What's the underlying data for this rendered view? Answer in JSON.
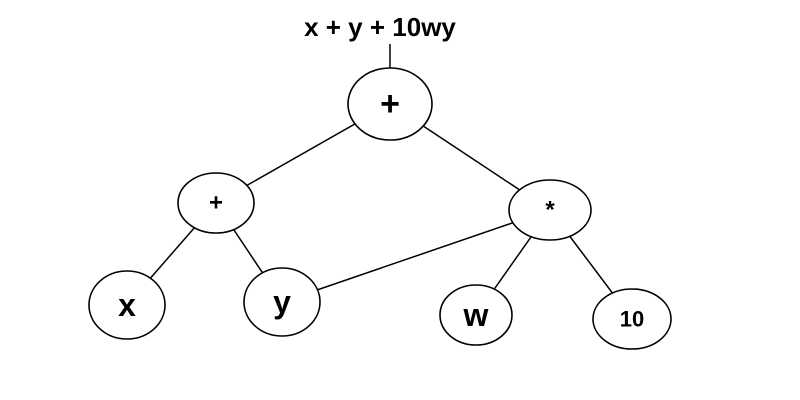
{
  "expression": "x + y + 10wy",
  "nodes": [
    {
      "id": "root-plus",
      "label": "+"
    },
    {
      "id": "left-plus",
      "label": "+"
    },
    {
      "id": "times",
      "label": "*"
    },
    {
      "id": "x",
      "label": "x"
    },
    {
      "id": "y",
      "label": "y"
    },
    {
      "id": "w",
      "label": "w"
    },
    {
      "id": "ten",
      "label": "10"
    }
  ],
  "edges": [
    {
      "from": "root-plus",
      "to": "left-plus"
    },
    {
      "from": "root-plus",
      "to": "times"
    },
    {
      "from": "left-plus",
      "to": "x"
    },
    {
      "from": "left-plus",
      "to": "y"
    },
    {
      "from": "times",
      "to": "y"
    },
    {
      "from": "times",
      "to": "w"
    },
    {
      "from": "times",
      "to": "ten"
    }
  ]
}
